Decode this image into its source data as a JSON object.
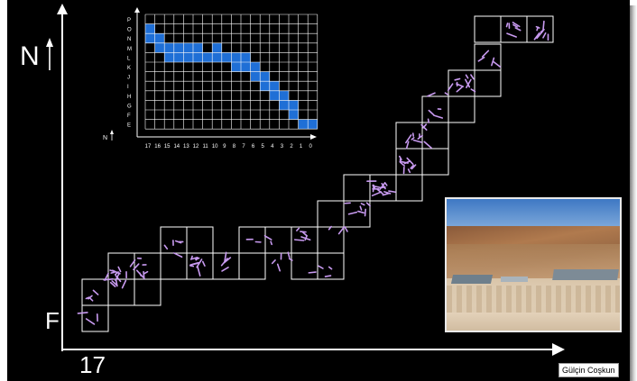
{
  "axes": {
    "y_label": "N",
    "y_bottom_label": "F",
    "x_label": "17"
  },
  "inset": {
    "row_labels": [
      "P",
      "O",
      "N",
      "M",
      "L",
      "K",
      "J",
      "I",
      "H",
      "G",
      "F",
      "E"
    ],
    "column_labels": [
      "17",
      "16",
      "15",
      "14",
      "13",
      "12",
      "11",
      "10",
      "9",
      "8",
      "7",
      "6",
      "5",
      "4",
      "3",
      "2",
      "1",
      "0"
    ],
    "north_label": "N",
    "highlight_color": "#1f6fd6",
    "grid_color": "#ffffff",
    "highlighted_cells": [
      [
        0,
        9
      ],
      [
        0,
        10
      ],
      [
        1,
        8
      ],
      [
        1,
        9
      ],
      [
        2,
        7
      ],
      [
        2,
        8
      ],
      [
        3,
        7
      ],
      [
        3,
        8
      ],
      [
        4,
        7
      ],
      [
        4,
        8
      ],
      [
        5,
        7
      ],
      [
        5,
        8
      ],
      [
        6,
        7
      ],
      [
        7,
        7
      ],
      [
        7,
        8
      ],
      [
        8,
        7
      ],
      [
        9,
        6
      ],
      [
        9,
        7
      ],
      [
        10,
        6
      ],
      [
        10,
        7
      ],
      [
        11,
        5
      ],
      [
        11,
        6
      ],
      [
        12,
        4
      ],
      [
        12,
        5
      ],
      [
        13,
        3
      ],
      [
        13,
        4
      ],
      [
        14,
        2
      ],
      [
        14,
        3
      ],
      [
        15,
        1
      ],
      [
        15,
        2
      ],
      [
        16,
        0
      ],
      [
        17,
        0
      ]
    ]
  },
  "excavation_grid": {
    "cell_stroke": "#ffffff",
    "find_color": "#c89af0"
  },
  "credit": "Gülçin Coşkun",
  "photo": {
    "subject": "excavation-site-photo"
  }
}
